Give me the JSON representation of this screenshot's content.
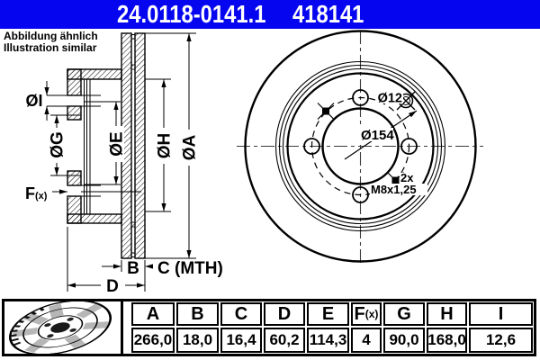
{
  "header": {
    "part_number": "24.0118-0141.1",
    "article_number": "418141",
    "bg_color": "#0505F0",
    "text_color": "#FFFFFF"
  },
  "note": {
    "line1": "Abbildung ähnlich",
    "line2": "Illustration similar"
  },
  "drawing": {
    "labels": {
      "dia_i": "ØI",
      "dia_g": "ØG",
      "dia_e": "ØE",
      "dia_h": "ØH",
      "dia_a": "ØA",
      "f": "F",
      "fx": "(x)",
      "b": "B",
      "c_mth": "C (MTH)",
      "d": "D",
      "pin_hole_dia": "Ø12",
      "bolt_circle_dia": "Ø154",
      "thread_count": "2x",
      "thread_spec": "M8x1,25"
    },
    "line_color": "#000000",
    "centerline_color": "#3c3c3c"
  },
  "table": {
    "headers": [
      "A",
      "B",
      "C",
      "D",
      "E",
      "F(x)",
      "G",
      "H",
      "I"
    ],
    "values": [
      "266,0",
      "18,0",
      "16,4",
      "60,2",
      "114,3",
      "4",
      "90,0",
      "168,0",
      "12,6"
    ]
  },
  "icon": {
    "name": "brake-disc-illustration",
    "shade_color": "#b6b6b6"
  }
}
